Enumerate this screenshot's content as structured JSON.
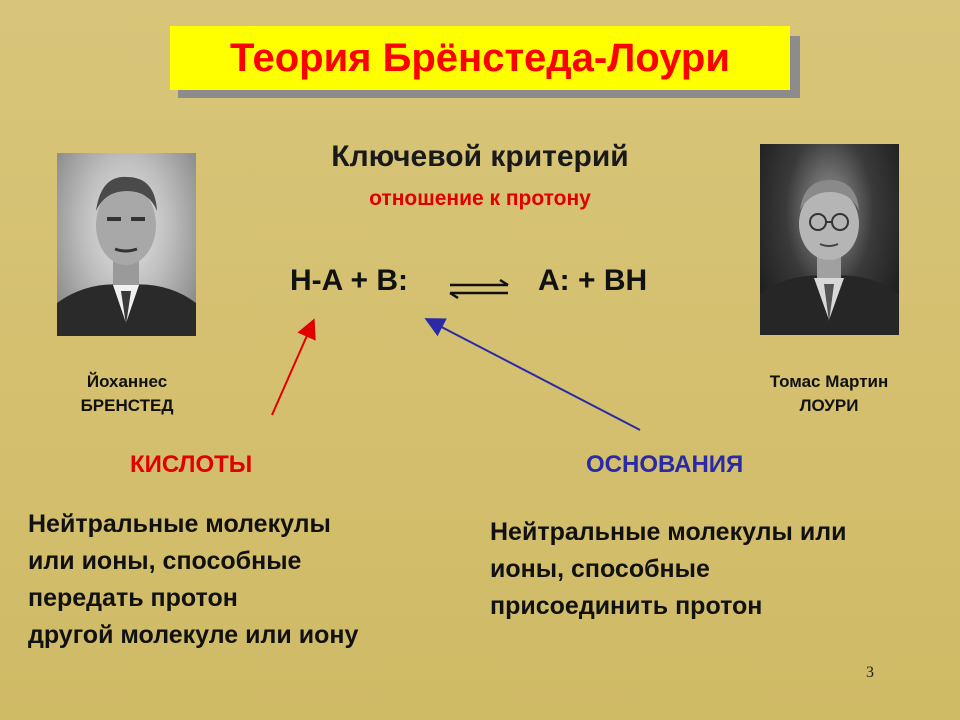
{
  "slide": {
    "title": "Теория Брёнстеда-Лоури",
    "criterion_title": "Ключевой критерий",
    "criterion_subtitle": "отношение к протону",
    "equation": {
      "left": "H-A + B:",
      "right": "A: + BH"
    },
    "persons": [
      {
        "name_line1": "Йоханнес",
        "name_line2": "БРЕНСТЕД"
      },
      {
        "name_line1": "Томас Мартин",
        "name_line2": "ЛОУРИ"
      }
    ],
    "acids": {
      "heading": "КИСЛОТЫ",
      "lines": [
        "Нейтральные молекулы",
        "или ионы, способные",
        "передать протон",
        "другой молекуле или иону"
      ]
    },
    "bases": {
      "heading": "ОСНОВАНИЯ",
      "lines": [
        "Нейтральные молекулы или",
        "ионы, способные",
        "присоединить протон"
      ]
    },
    "page_number": "3"
  },
  "colors": {
    "background": "#d6c372",
    "title_bg": "#ffff00",
    "title_text": "#ff0000",
    "acid": "#e00000",
    "base": "#2a2aa8"
  }
}
